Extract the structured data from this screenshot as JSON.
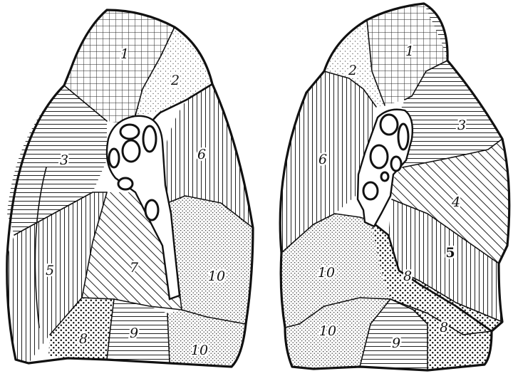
{
  "diagram": {
    "left_lung": {
      "labels": [
        "1",
        "2",
        "3",
        "5",
        "6",
        "7",
        "8",
        "9",
        "10",
        "10"
      ]
    },
    "right_lung": {
      "labels": [
        "1",
        "2",
        "3",
        "4",
        "5",
        "6",
        "8",
        "8",
        "9",
        "10",
        "10"
      ]
    }
  }
}
